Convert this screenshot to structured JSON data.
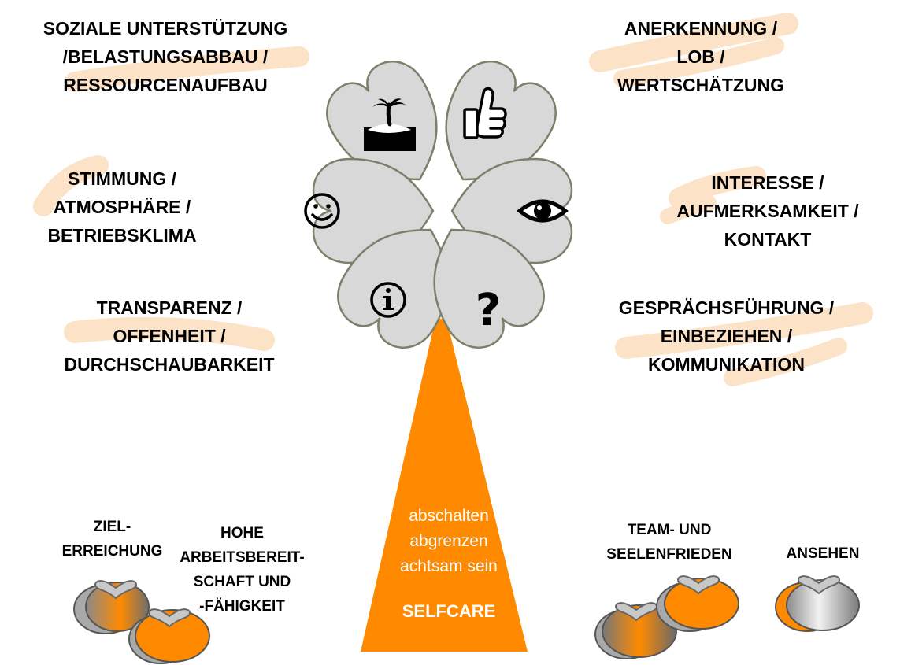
{
  "colors": {
    "orange": "#FF8A00",
    "highlight": "#FCE2C6",
    "petal": "#D8D8D8",
    "petal_border": "#7E7E6A",
    "text": "#000000",
    "trunk_text": "#FFFFFF"
  },
  "petals": [
    {
      "name": "island",
      "icon": "island-icon",
      "label_lines": [
        "SOZIALE UNTERSTÜTZUNG",
        "/BELASTUNGSABBAU /",
        "RESSOURCENAUFBAU"
      ]
    },
    {
      "name": "thumbs-up",
      "icon": "thumbs-up-icon",
      "label_lines": [
        "ANERKENNUNG /",
        "LOB /",
        "WERTSCHÄTZUNG"
      ]
    },
    {
      "name": "smiley",
      "icon": "smiley-icon",
      "label_lines": [
        "STIMMUNG /",
        "ATMOSPHÄRE /",
        "BETRIEBSKLIMA"
      ]
    },
    {
      "name": "eye",
      "icon": "eye-icon",
      "label_lines": [
        "INTERESSE /",
        "AUFMERKSAMKEIT /",
        "KONTAKT"
      ]
    },
    {
      "name": "info",
      "icon": "info-icon",
      "label_lines": [
        "TRANSPARENZ /",
        "OFFENHEIT /",
        "DURCHSCHAUBARKEIT"
      ]
    },
    {
      "name": "question",
      "icon": "question-icon",
      "label_lines": [
        "GESPRÄCHSFÜHRUNG /",
        "EINBEZIEHEN /",
        "KOMMUNIKATION"
      ]
    }
  ],
  "trunk": {
    "lines": [
      "abschalten",
      "abgrenzen",
      "achtsam sein"
    ],
    "title": "SELFCARE"
  },
  "fruits": [
    {
      "label_lines": [
        "ZIEL-",
        "ERREICHUNG"
      ]
    },
    {
      "label_lines": [
        "HOHE",
        "ARBEITSBEREIT-",
        "SCHAFT UND",
        "-FÄHIGKEIT"
      ]
    },
    {
      "label_lines": [
        "TEAM- UND",
        "SEELENFRIEDEN"
      ]
    },
    {
      "label_lines": [
        "ANSEHEN"
      ]
    }
  ]
}
